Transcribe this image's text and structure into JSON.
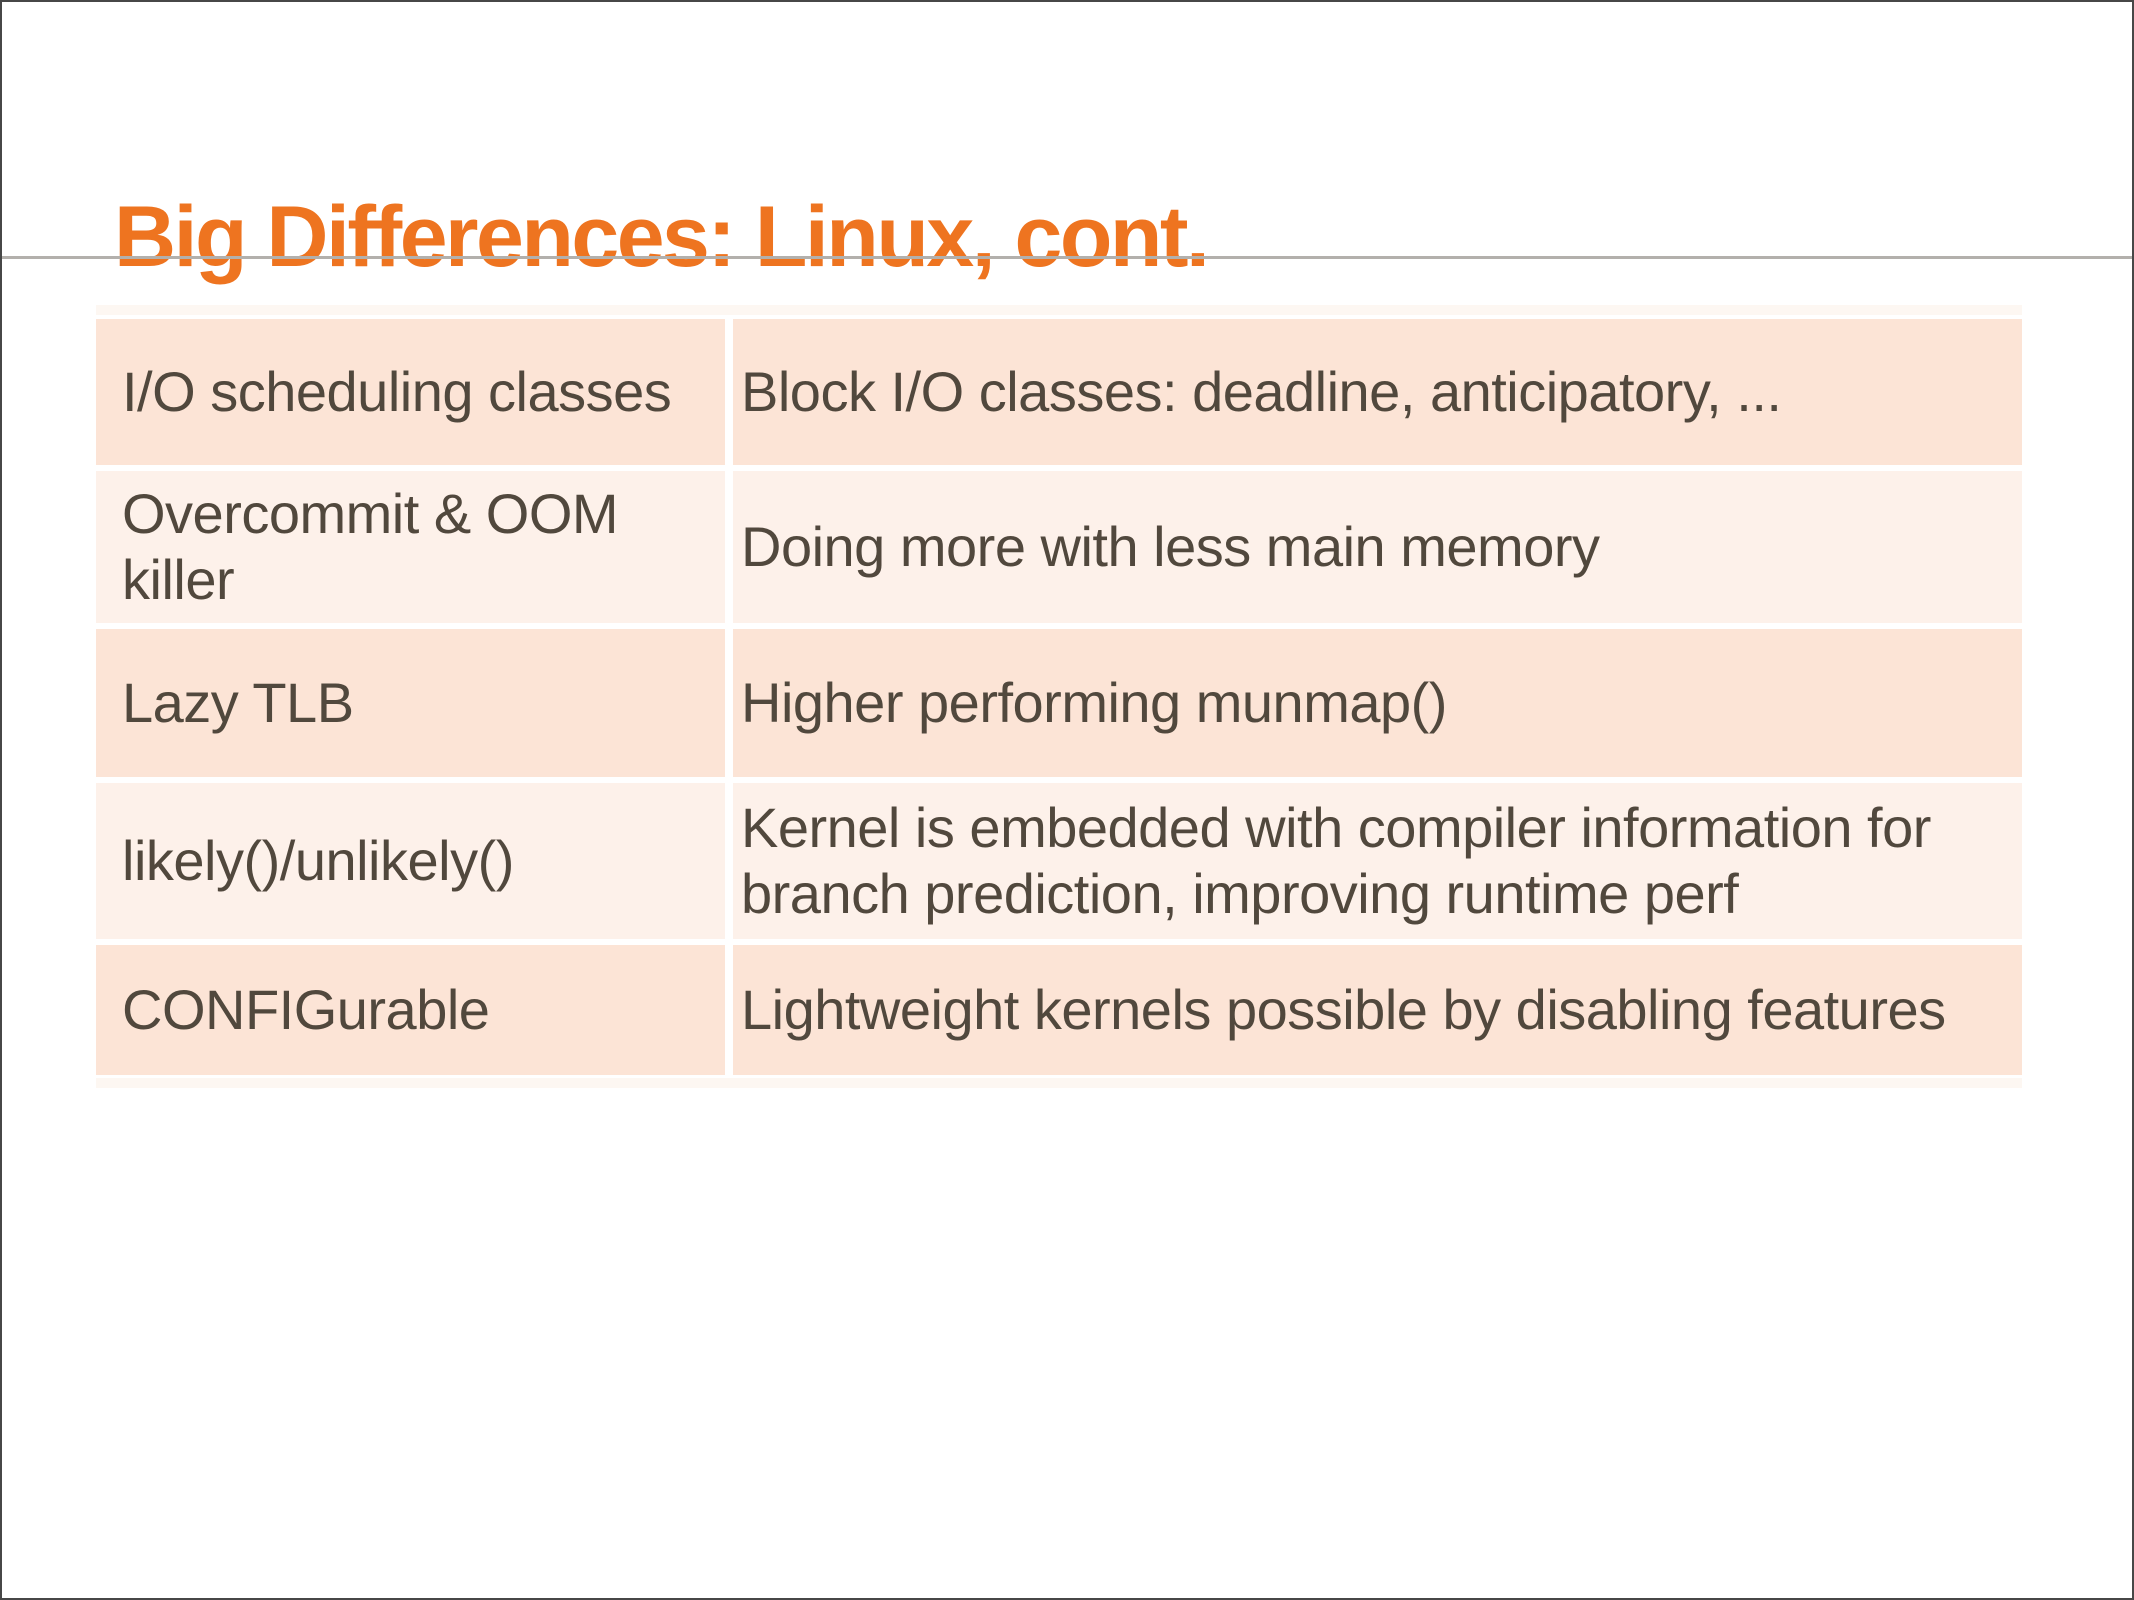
{
  "slide": {
    "title": "Big Differences: Linux, cont.",
    "colors": {
      "title_orange": "#ee7420",
      "divider_gray": "#b3b0ac",
      "row_peach_dark": "#fce4d6",
      "row_peach_light": "#fdf1ea",
      "body_text": "#51483d",
      "frame_border": "#474747"
    },
    "table": {
      "rows": [
        {
          "feature": "I/O scheduling classes",
          "description": "Block I/O classes: deadline, anticipatory, ..."
        },
        {
          "feature": "Overcommit & OOM killer",
          "description": "Doing more with less main memory"
        },
        {
          "feature": "Lazy TLB",
          "description": "Higher performing munmap()"
        },
        {
          "feature": "likely()/unlikely()",
          "description": "Kernel is embedded with compiler information for branch prediction, improving runtime perf"
        },
        {
          "feature": "CONFIGurable",
          "description": "Lightweight kernels possible by disabling features"
        }
      ]
    }
  }
}
